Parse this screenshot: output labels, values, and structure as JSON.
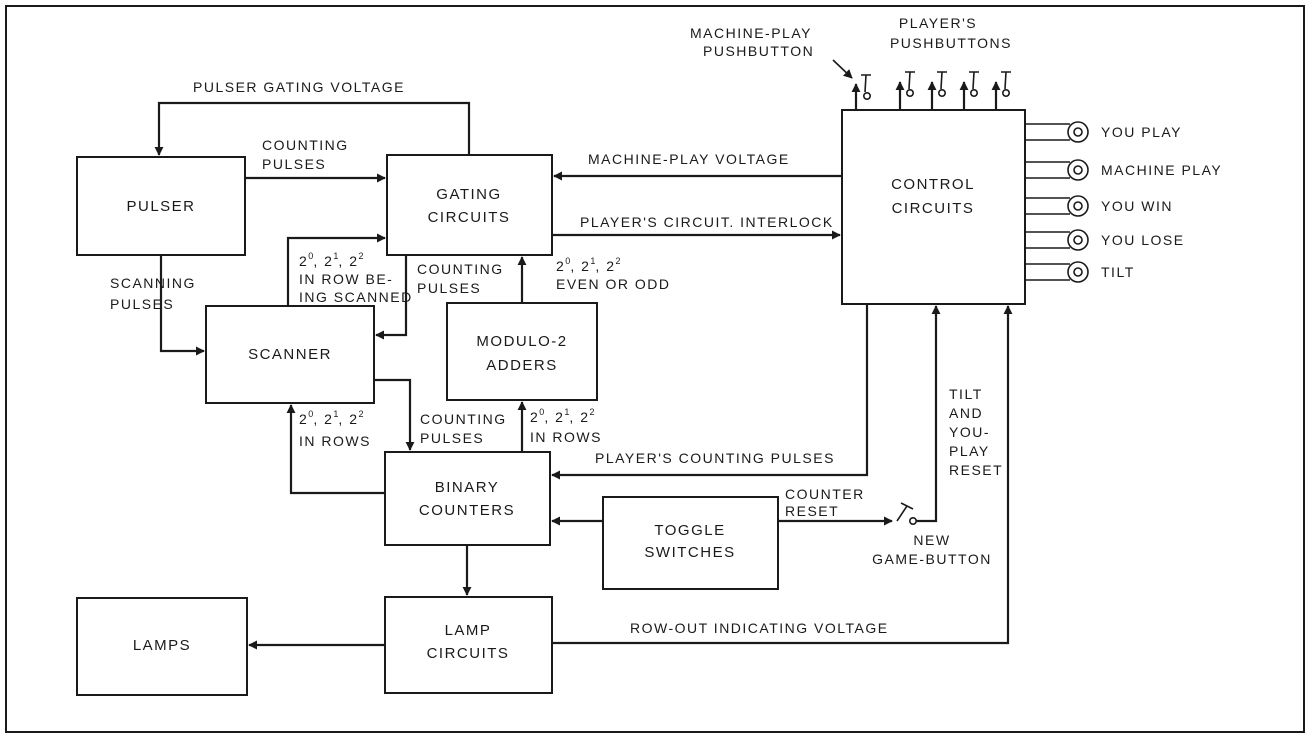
{
  "blocks": {
    "pulser": [
      "PULSER"
    ],
    "gating": [
      "GATING",
      "CIRCUITS"
    ],
    "control": [
      "CONTROL",
      "CIRCUITS"
    ],
    "scanner": [
      "SCANNER"
    ],
    "modulo": [
      "MODULO-2",
      "ADDERS"
    ],
    "binary": [
      "BINARY",
      "COUNTERS"
    ],
    "toggle": [
      "TOGGLE",
      "SWITCHES"
    ],
    "lamps": [
      "LAMPS"
    ],
    "lampcirc": [
      "LAMP",
      "CIRCUITS"
    ]
  },
  "signals": {
    "pulser_gating_voltage": "PULSER GATING VOLTAGE",
    "counting_pulses_top": [
      "COUNTING",
      "PULSES"
    ],
    "machine_play_voltage": "MACHINE-PLAY VOLTAGE",
    "player_circuit_interlock": "PLAYER'S CIRCUIT. INTERLOCK",
    "scanning_pulses": [
      "SCANNING",
      "PULSES"
    ],
    "row_being_scanned": [
      "IN ROW BE-",
      "ING SCANNED"
    ],
    "counting_pulses_mid": [
      "COUNTING",
      "PULSES"
    ],
    "even_or_odd": "EVEN OR ODD",
    "in_rows": "IN ROWS",
    "counting_pulses_low": [
      "COUNTING",
      "PULSES"
    ],
    "players_counting_pulses": "PLAYER'S COUNTING PULSES",
    "counter_reset": [
      "COUNTER",
      "RESET"
    ],
    "tilt_reset": [
      "TILT",
      "AND",
      "YOU-",
      "PLAY",
      "RESET"
    ],
    "new_game_button": [
      "NEW",
      "GAME-BUTTON"
    ],
    "row_out_voltage": "ROW-OUT INDICATING VOLTAGE",
    "machine_play_pushbutton": [
      "MACHINE-PLAY",
      "PUSHBUTTON"
    ],
    "players_pushbuttons": [
      "PLAYER'S",
      "PUSHBUTTONS"
    ]
  },
  "lamp_outputs": [
    "YOU PLAY",
    "MACHINE PLAY",
    "YOU WIN",
    "YOU LOSE",
    "TILT"
  ],
  "power_terms": {
    "base": "2",
    "sep": ", ",
    "exponents": [
      "0",
      "1",
      "2"
    ]
  }
}
